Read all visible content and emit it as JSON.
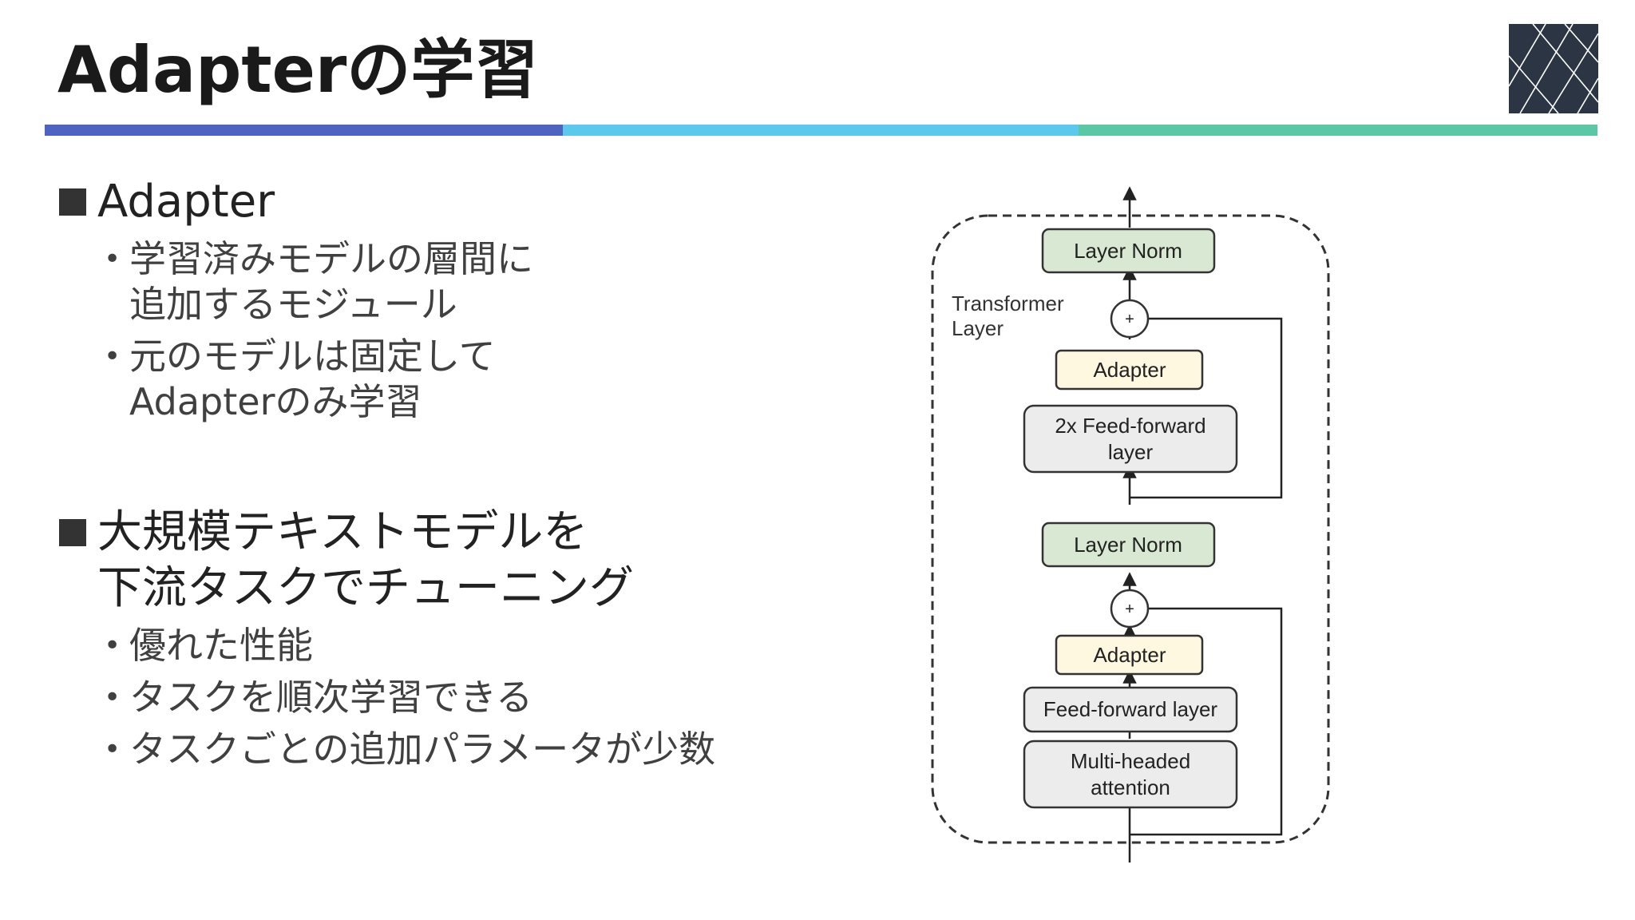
{
  "slide": {
    "title": "Adapterの学習",
    "accent_colors": [
      "#4f63c2",
      "#5bc8ee",
      "#5ac8a4"
    ]
  },
  "logo": {
    "icon": "geometric-lattice-logo",
    "color": "#2b3543"
  },
  "section1": {
    "heading": "Adapter",
    "bullets": [
      "学習済みモデルの層間に\n追加するモジュール",
      "元のモデルは固定して\nAdapterのみ学習"
    ]
  },
  "section2": {
    "heading": "大規模テキストモデルを\n下流タスクでチューニング",
    "bullets": [
      "優れた性能",
      "タスクを順次学習できる",
      "タスクごとの追加パラメータが少数"
    ]
  },
  "diagram": {
    "container_label_line1": "Transformer",
    "container_label_line2": "Layer",
    "top_layer_norm": "Layer Norm",
    "top_adapter": "Adapter",
    "ffn_line1": "2x Feed-forward",
    "ffn_line2": "layer",
    "mid_layer_norm": "Layer Norm",
    "bottom_adapter": "Adapter",
    "feed_forward": "Feed-forward layer",
    "attention_line1": "Multi-headed",
    "attention_line2": "attention",
    "plus_symbol": "+",
    "colors": {
      "layer_norm": "#d8e8d2",
      "adapter": "#fdf8df",
      "gray_box": "#ececec"
    }
  }
}
